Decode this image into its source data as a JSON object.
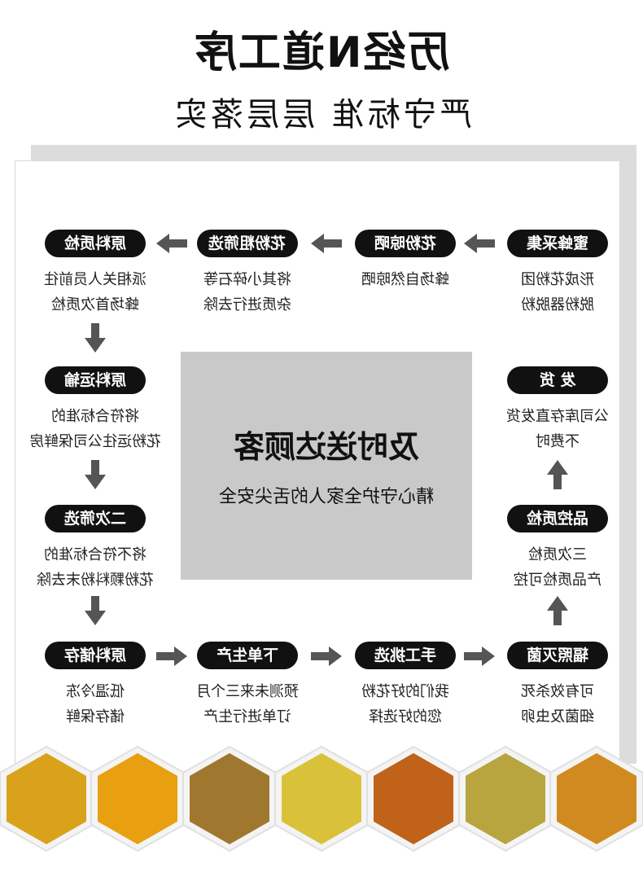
{
  "header": {
    "title": "历经N道工序",
    "subtitle": "严守标准 层层落实"
  },
  "center": {
    "title": "及时送达顾客",
    "subtitle": "精心守护全家人的舌尖安全"
  },
  "steps": {
    "s1": {
      "label": "蜜蜂采集",
      "desc": [
        "形成花粉团",
        "脱粉器脱粉"
      ]
    },
    "s2": {
      "label": "花粉晾晒",
      "desc": [
        "蜂场自然晾晒"
      ]
    },
    "s3": {
      "label": "花粉粗筛选",
      "desc": [
        "将其小碎石等",
        "杂质进行去除"
      ]
    },
    "s4": {
      "label": "原料质检",
      "desc": [
        "派相关人员前往",
        "蜂场首次质检"
      ]
    },
    "s5": {
      "label": "原料运输",
      "desc": [
        "将符合标准的",
        "花粉运往公司保鲜房"
      ]
    },
    "s6": {
      "label": "二次筛选",
      "desc": [
        "将不符合标准的",
        "花粉颗料粉末去除"
      ]
    },
    "s7": {
      "label": "原料储存",
      "desc": [
        "低温冷冻",
        "储存保鲜"
      ]
    },
    "s8": {
      "label": "下单生产",
      "desc": [
        "预测未来三个月",
        "订单进行生产"
      ]
    },
    "s9": {
      "label": "手工挑选",
      "desc": [
        "我们的好花粉",
        "您的好选择"
      ]
    },
    "s10": {
      "label": "辐照灭菌",
      "desc": [
        "可有效杀死",
        "细菌及虫卵"
      ]
    },
    "s11": {
      "label": "品控质检",
      "desc": [
        "三次质检",
        "产品质检可控"
      ]
    },
    "s12": {
      "label": "发  货",
      "desc": [
        "公司库存直发货",
        "不费时"
      ]
    }
  },
  "colors": {
    "pill": "#111111",
    "arrow": "#555555",
    "center_box": "#c9c9c9",
    "pollen": [
      "#d9a21a",
      "#e8a010",
      "#a0772e",
      "#d9c23a",
      "#c0621a",
      "#b8a540",
      "#d08a20"
    ]
  },
  "icons": [
    "arrow-left-icon",
    "arrow-down-icon",
    "arrow-right-icon",
    "arrow-up-icon"
  ]
}
